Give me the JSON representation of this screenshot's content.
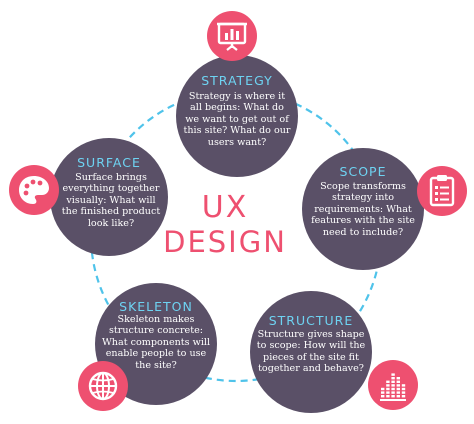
{
  "center": {
    "line1": "UX",
    "line2": "DESIGN"
  },
  "colors": {
    "node": "#5a5067",
    "accent": "#ee5070",
    "title": "#6ed3f2",
    "ring": "#4fc3ea",
    "text": "#ffffff"
  },
  "nodes": {
    "strategy": {
      "title": "STRATEGY",
      "icon": "presentation-board-icon",
      "desc": "Strategy is where it all begins: What do we want to get out of this site? What do our users want?"
    },
    "scope": {
      "title": "SCOPE",
      "icon": "clipboard-checklist-icon",
      "desc": "Scope transforms strategy into requirements: What features with the site need to include?"
    },
    "structure": {
      "title": "STRUCTURE",
      "icon": "equalizer-bars-icon",
      "desc": "Structure gives shape to scope: How will the pieces of the site fit together and behave?"
    },
    "skeleton": {
      "title": "SKELETON",
      "icon": "globe-icon",
      "desc": "Skeleton makes structure concrete: What components will enable people to use the site?"
    },
    "surface": {
      "title": "SURFACE",
      "icon": "paint-palette-icon",
      "desc": "Surface brings everything together visually: What will the finished product look like?"
    }
  }
}
